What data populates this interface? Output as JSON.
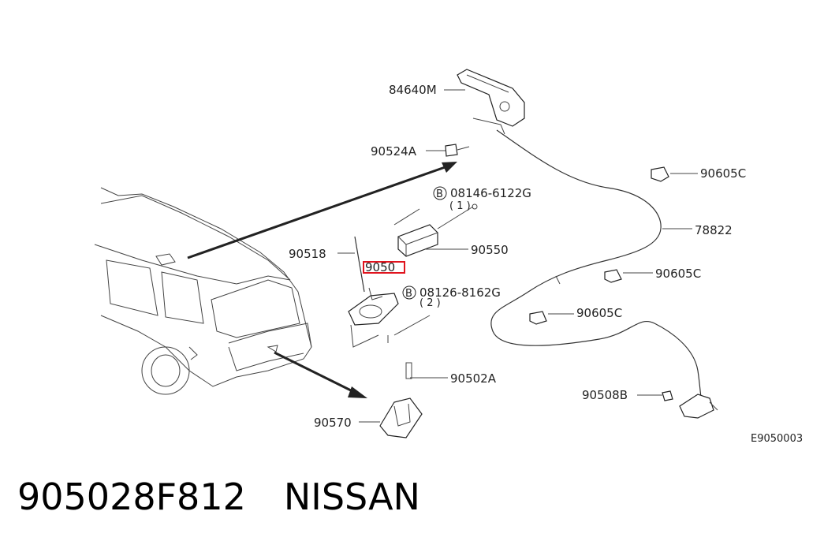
{
  "caption": {
    "part_number": "905028F812",
    "brand": "NISSAN"
  },
  "diagram": {
    "code": "E9050003",
    "labels": {
      "p84640M": "84640M",
      "p90524A": "90524A",
      "p90605C_1": "90605C",
      "p08146": "08146-6122G",
      "p08146_qty": "( 1 )",
      "p78822": "78822",
      "p90518": "90518",
      "p90550": "90550",
      "p9050X": "9050",
      "p90605C_2": "90605C",
      "p08126": "08126-8162G",
      "p08126_qty": "( 2 )",
      "p90605C_3": "90605C",
      "p90502A": "90502A",
      "p90508B": "90508B",
      "p90570": "90570",
      "bolt_mark": "B"
    },
    "highlight_color": "#e0141e"
  }
}
